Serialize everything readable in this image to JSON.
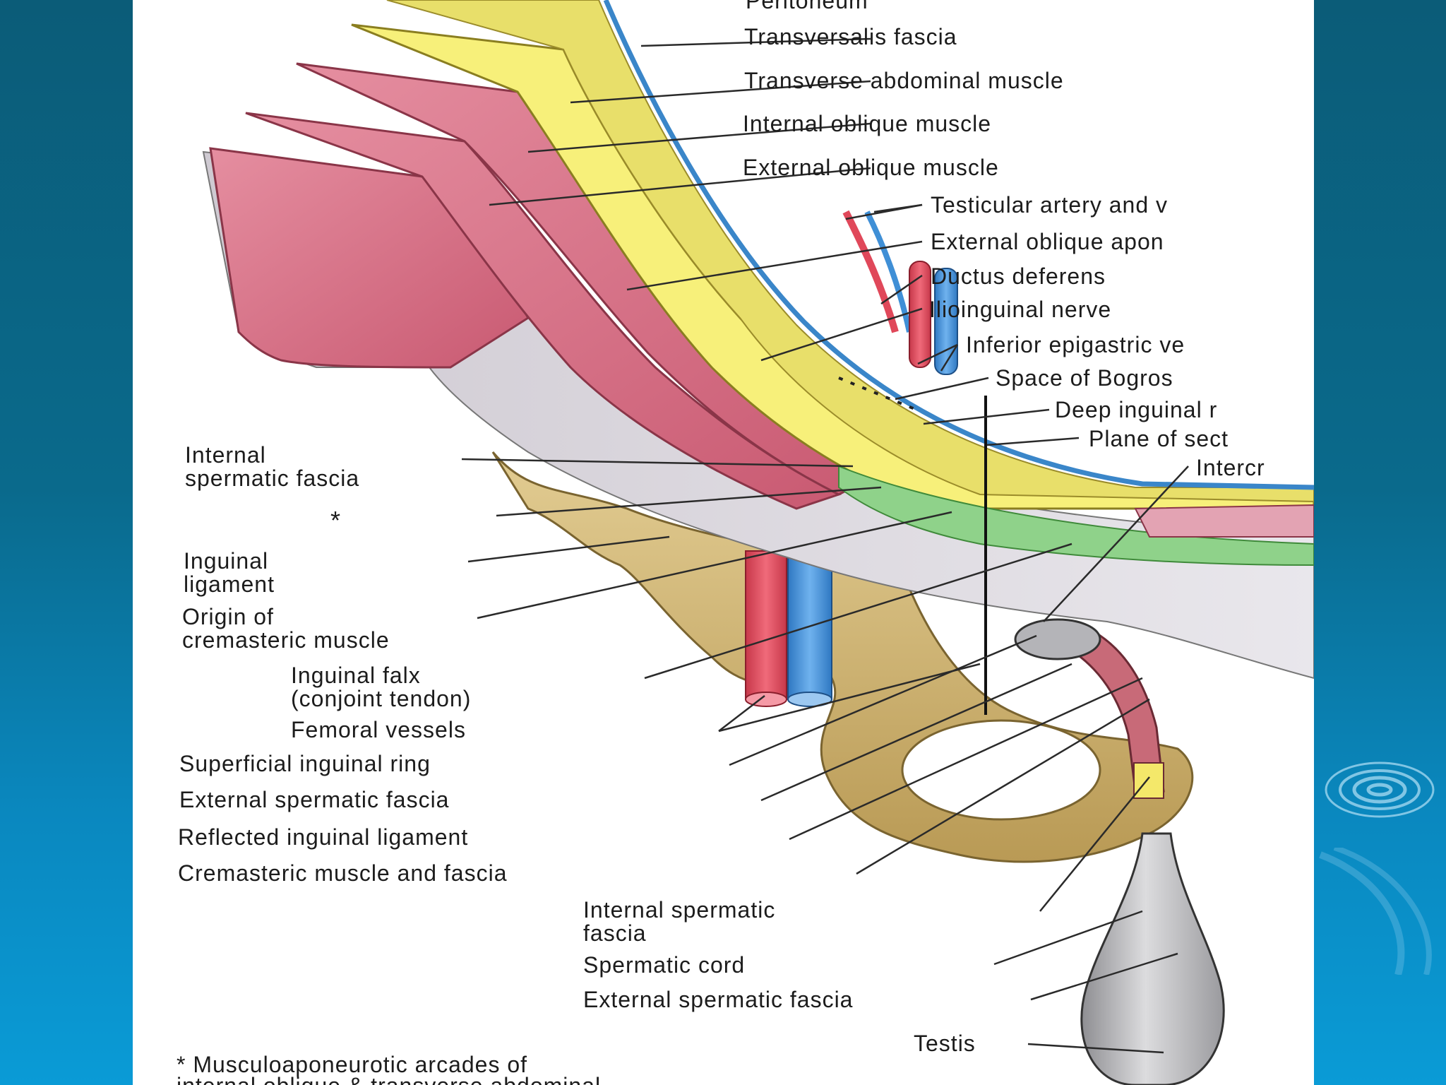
{
  "figure": {
    "labels": {
      "peritoneum": "Peritoneum",
      "transversalis_fascia": "Transversalis fascia",
      "transverse_abdominal_muscle": "Transverse abdominal muscle",
      "internal_oblique_muscle": "Internal oblique muscle",
      "external_oblique_muscle": "External oblique muscle",
      "testicular_artery": "Testicular artery and v",
      "external_oblique_apon": "External oblique apon",
      "ductus_deferens": "Ductus deferens",
      "ilioinguinal_nerve": "Ilioinguinal nerve",
      "inferior_epigastric": "Inferior epigastric ve",
      "space_of_bogros": "Space of Bogros",
      "deep_inguinal": "Deep inguinal r",
      "plane_of_section": "Plane of sect",
      "intercrural": "Intercr",
      "internal_spermatic_fascia_left_1": "Internal",
      "internal_spermatic_fascia_left_2": "spermatic fascia",
      "asterisk": "*",
      "inguinal_ligament_1": "Inguinal",
      "inguinal_ligament_2": "ligament",
      "origin_cremasteric_1": "Origin of",
      "origin_cremasteric_2": "cremasteric muscle",
      "inguinal_falx_1": "Inguinal falx",
      "inguinal_falx_2": "(conjoint tendon)",
      "femoral_vessels": "Femoral vessels",
      "superficial_inguinal_ring": "Superficial inguinal ring",
      "external_spermatic_fascia": "External spermatic fascia",
      "reflected_inguinal_ligament": "Reflected inguinal ligament",
      "cremasteric_muscle_fascia": "Cremasteric muscle and fascia",
      "internal_spermatic_fascia_lower_1": "Internal spermatic",
      "internal_spermatic_fascia_lower_2": "fascia",
      "spermatic_cord": "Spermatic cord",
      "external_spermatic_fascia_lower": "External spermatic fascia",
      "testis": "Testis",
      "footnote_1": "* Musculoaponeurotic arcades of",
      "footnote_2": "internal oblique & transverse abdominal"
    }
  },
  "colors": {
    "slide_background": "#0b6a8a",
    "muscle": "#d9748a",
    "fascia_yellow": "#f7f07a",
    "fat": "#e8e07a",
    "artery": "#e0485a",
    "vein": "#3f8fd6",
    "bone": "#d8c28a",
    "aponeurosis": "#d9d6dc",
    "green_layer": "#8fd28a",
    "testis_gray": "#b9b9bb"
  }
}
